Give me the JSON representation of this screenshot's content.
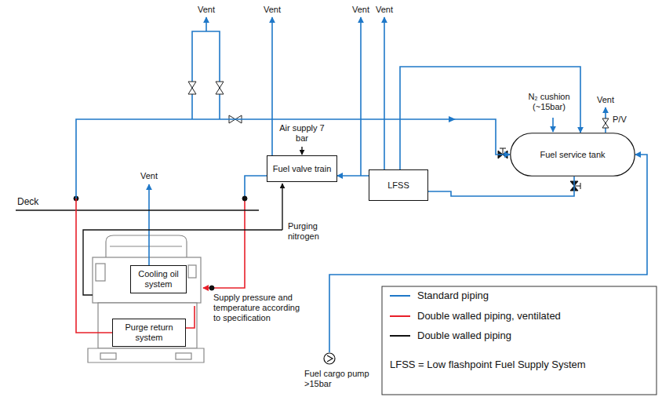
{
  "diagram": {
    "nodes": [
      {
        "text": [
          "Fuel valve train"
        ]
      },
      {
        "text": [
          "LFSS"
        ]
      },
      {
        "text": [
          "Fuel service tank"
        ]
      },
      {
        "text": [
          "Cooling oil system"
        ]
      },
      {
        "text": [
          "Purge return system"
        ]
      },
      {
        "text": [
          "Fuel cargo pump",
          ">15bar"
        ]
      }
    ],
    "edges": [
      {
        "from": 1,
        "to": 0,
        "arrow": "to"
      },
      {
        "from": 2,
        "to": 1,
        "arrow": "none"
      },
      {
        "from": 1,
        "to": 2,
        "arrow": "to"
      },
      {
        "from": 4,
        "to": 2,
        "arrow": "to"
      },
      {
        "from": 5,
        "to": 2,
        "arrow": "to"
      }
    ],
    "labels": [
      "Vent",
      "Vent",
      "Vent",
      "Vent",
      "Vent",
      "Vent",
      "Air supply 7 bar",
      "Purging nitrogen",
      "N₂ cushion (~15bar)",
      "P/V",
      "Deck",
      "Supply pressure and temperature according to specification",
      "LFSS = Low flashpoint Fuel Supply System"
    ],
    "legend": [
      {
        "text": "Standard piping"
      },
      {
        "text": "Double walled piping, ventilated"
      },
      {
        "text": "Double walled piping"
      }
    ]
  }
}
